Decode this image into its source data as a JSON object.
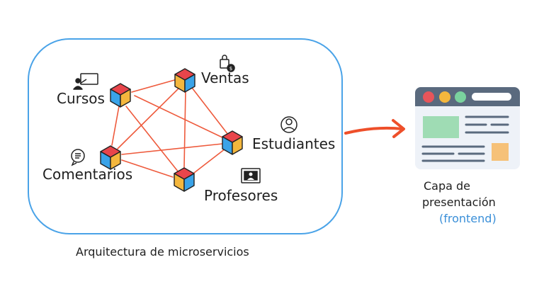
{
  "diagram": {
    "services": [
      {
        "id": "cursos",
        "label": "Cursos"
      },
      {
        "id": "ventas",
        "label": "Ventas"
      },
      {
        "id": "estudiantes",
        "label": "Estudiantes"
      },
      {
        "id": "comentarios",
        "label": "Comentarios"
      },
      {
        "id": "profesores",
        "label": "Profesores"
      }
    ],
    "caption": "Arquitectura de microservicios",
    "frontend": {
      "line1": "Capa de",
      "line2": "presentación",
      "line3": "(frontend)"
    },
    "colors": {
      "container_border": "#4aa3e8",
      "connection": "#ee5a3c",
      "arrow": "#ee4f2a",
      "cube_top": "#e8454b",
      "cube_left": "#f4b73d",
      "cube_right": "#3aa3e8",
      "browser_frame": "#5a6a7e",
      "dot_red": "#e8555a",
      "dot_yellow": "#f4b73d",
      "dot_green": "#7ad39e",
      "content_green": "#9fdcb4",
      "content_orange": "#f6c178",
      "content_lines": "#5a6a7e"
    },
    "icons": [
      "presentation-board-icon",
      "shopping-bag-icon",
      "user-circle-icon",
      "chat-bubble-icon",
      "monitor-user-icon"
    ]
  }
}
